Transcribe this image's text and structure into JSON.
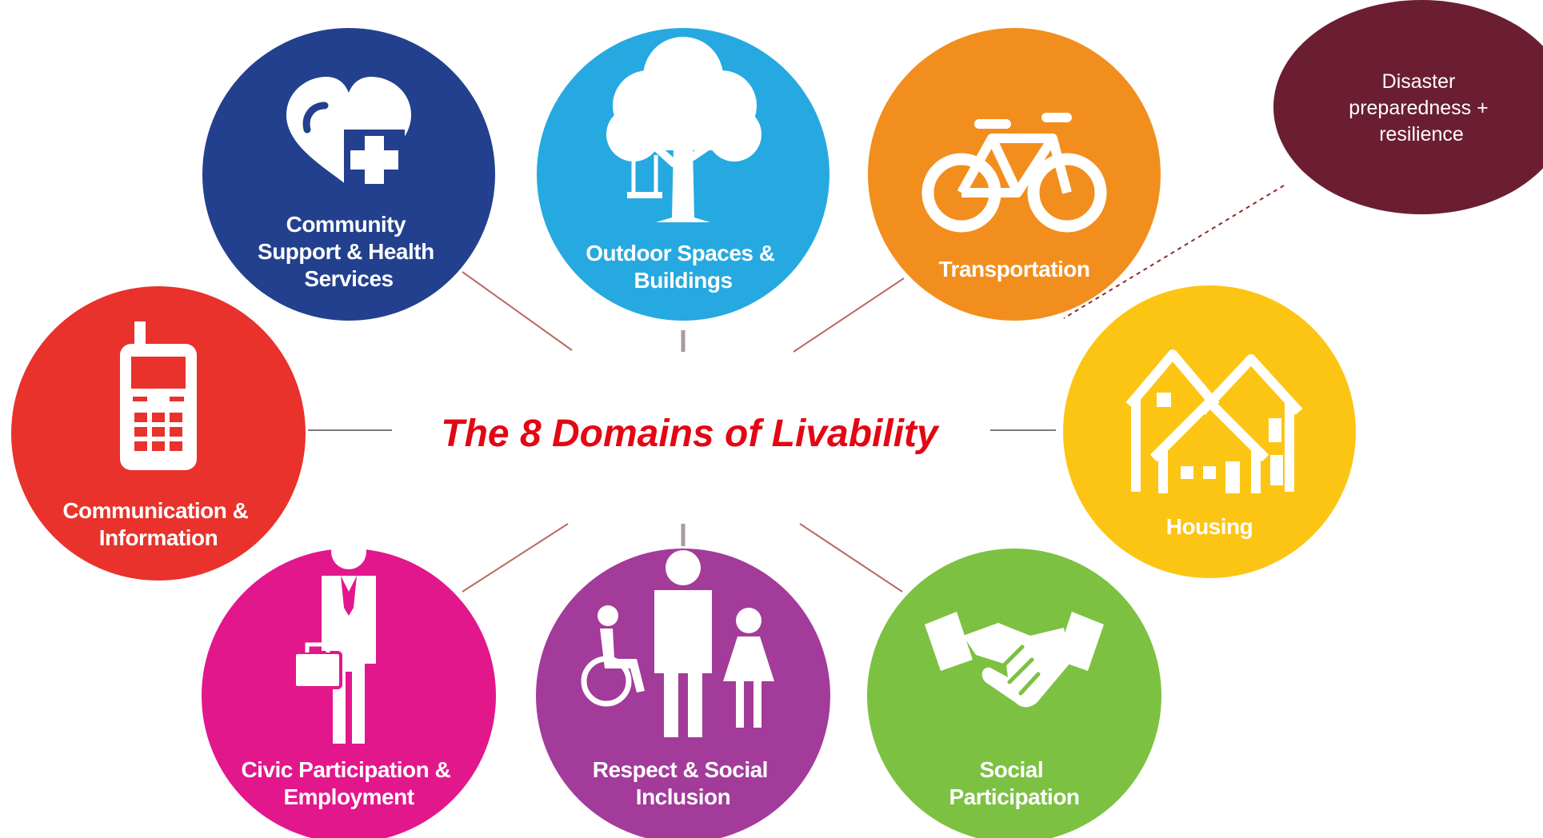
{
  "title": "The 8 Domains of Livability",
  "callout": {
    "lines": [
      "Disaster",
      "preparedness +",
      "resilience"
    ],
    "color": "#6b1e32"
  },
  "domains": [
    {
      "key": "community",
      "lines": [
        "Community",
        "Support & Health",
        "Services"
      ],
      "color": "#23408e",
      "icon": "heart-plus-icon"
    },
    {
      "key": "outdoor",
      "lines": [
        "Outdoor Spaces &",
        "Buildings"
      ],
      "color": "#26a9e0",
      "icon": "tree-swing-icon"
    },
    {
      "key": "transportation",
      "lines": [
        "Transportation"
      ],
      "color": "#f28e1e",
      "icon": "bicycle-icon"
    },
    {
      "key": "communication",
      "lines": [
        "Communication &",
        "Information"
      ],
      "color": "#e8322b",
      "icon": "mobile-phone-icon"
    },
    {
      "key": "housing",
      "lines": [
        "Housing"
      ],
      "color": "#fcc514",
      "icon": "houses-icon"
    },
    {
      "key": "civic",
      "lines": [
        "Civic Participation &",
        "Employment"
      ],
      "color": "#e2178c",
      "icon": "businessman-briefcase-icon"
    },
    {
      "key": "respect",
      "lines": [
        "Respect & Social",
        "Inclusion"
      ],
      "color": "#a33b9a",
      "icon": "people-inclusion-icon"
    },
    {
      "key": "social",
      "lines": [
        "Social",
        "Participation"
      ],
      "color": "#7dc142",
      "icon": "handshake-icon"
    }
  ]
}
